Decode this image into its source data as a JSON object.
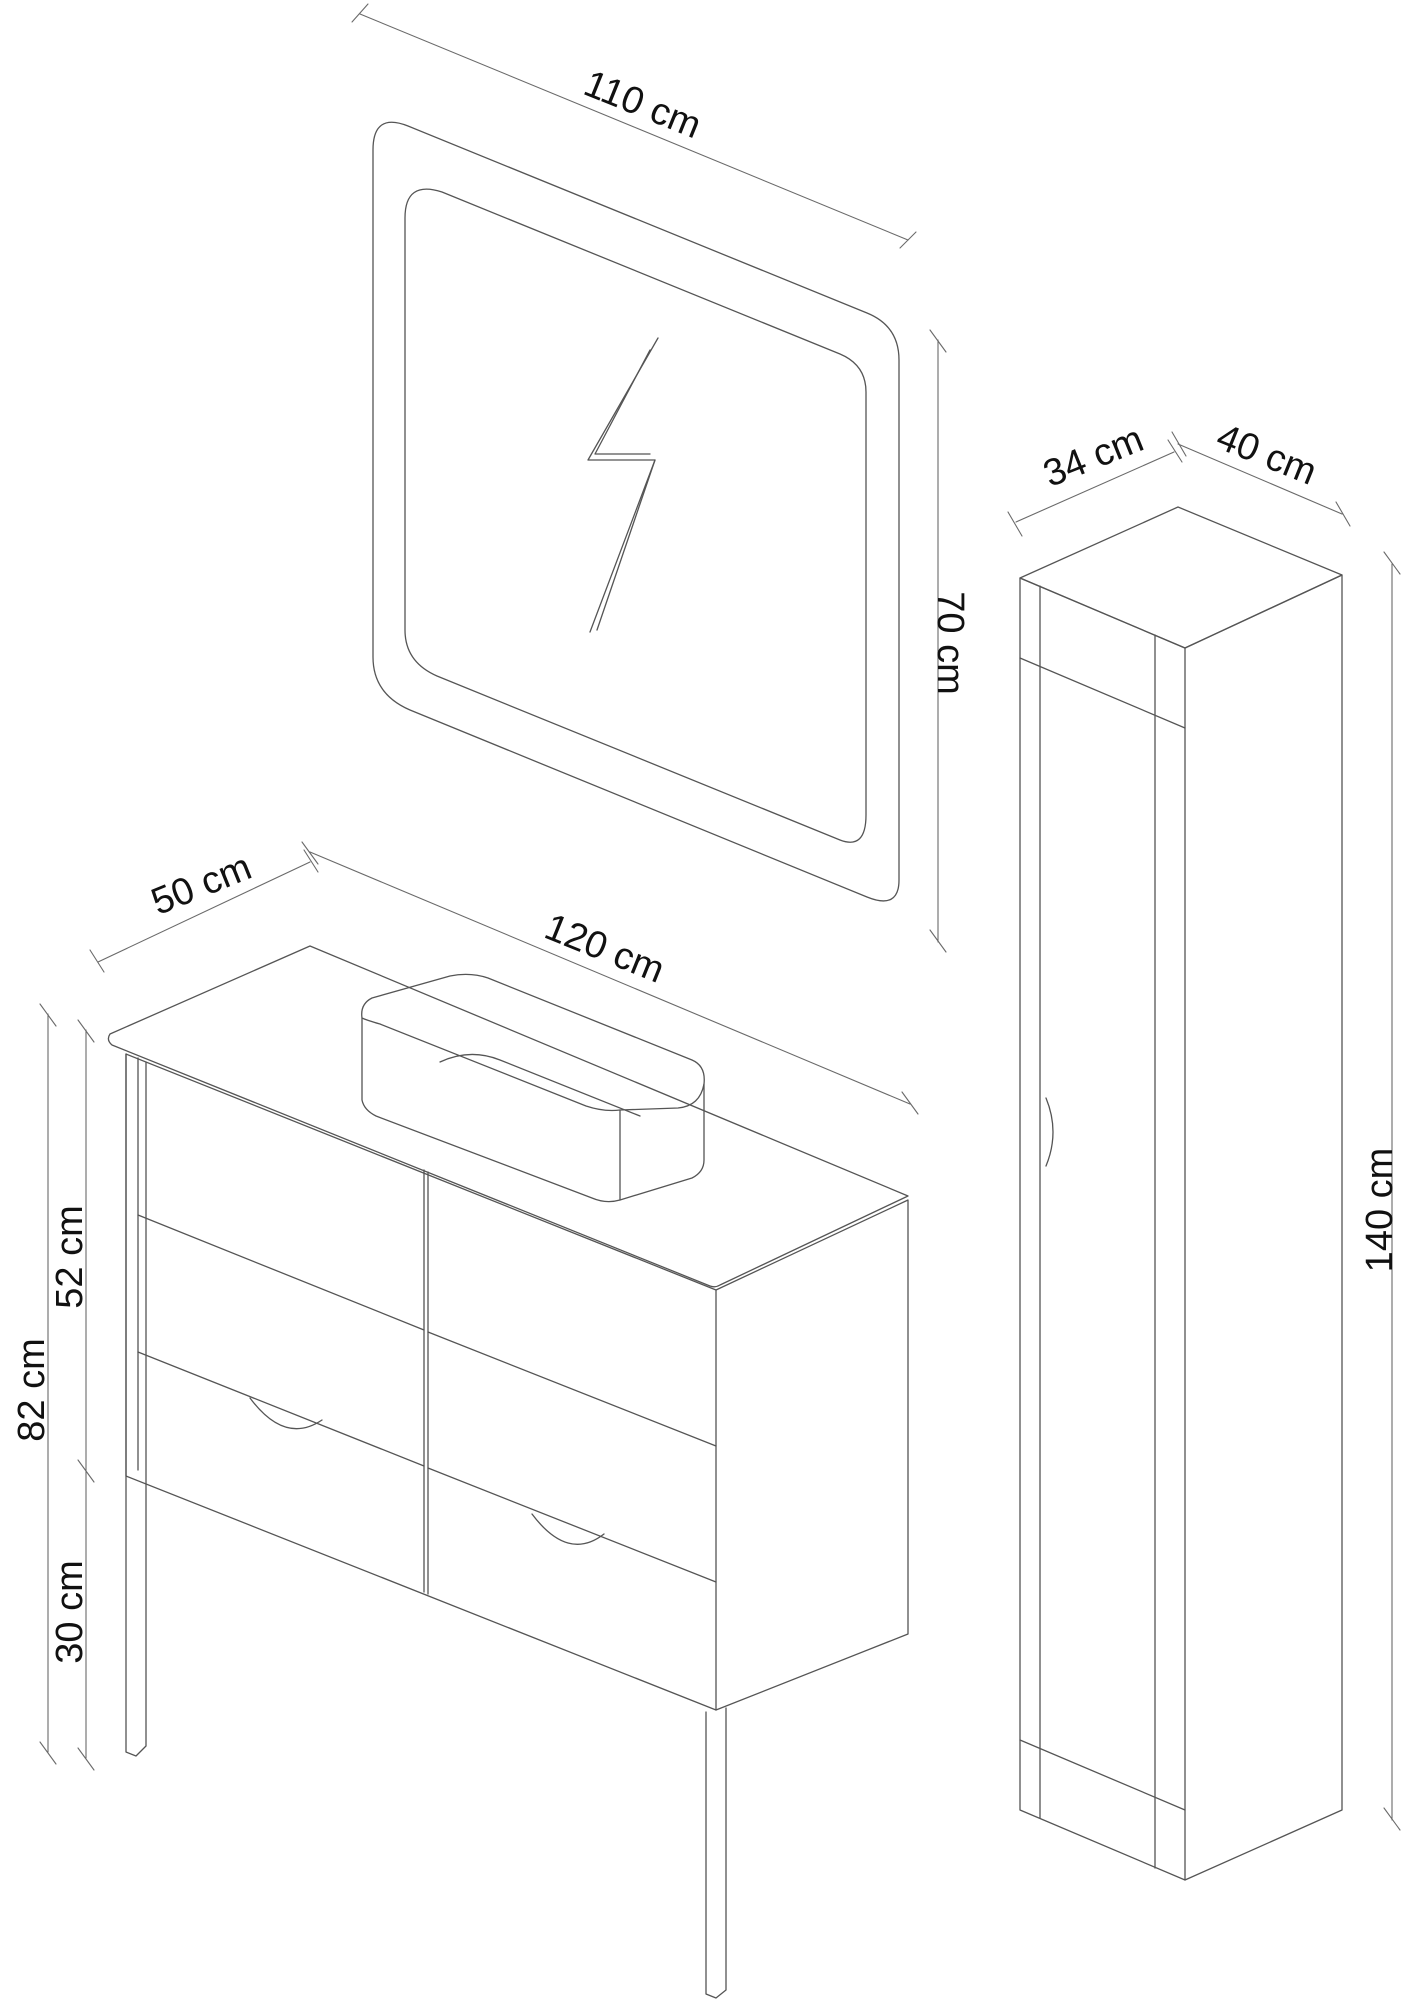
{
  "dimensions": {
    "mirror_width": "110 cm",
    "mirror_height": "70 cm",
    "column_depth": "34 cm",
    "column_width": "40 cm",
    "column_height": "140 cm",
    "vanity_depth": "50 cm",
    "vanity_width": "120 cm",
    "vanity_total_height": "82 cm",
    "vanity_cabinet_height": "52 cm",
    "vanity_leg_height": "30 cm"
  },
  "colors": {
    "line": "#555555",
    "text": "#111111",
    "background": "#ffffff"
  },
  "icons": {
    "mirror_light": "lightning-icon"
  }
}
